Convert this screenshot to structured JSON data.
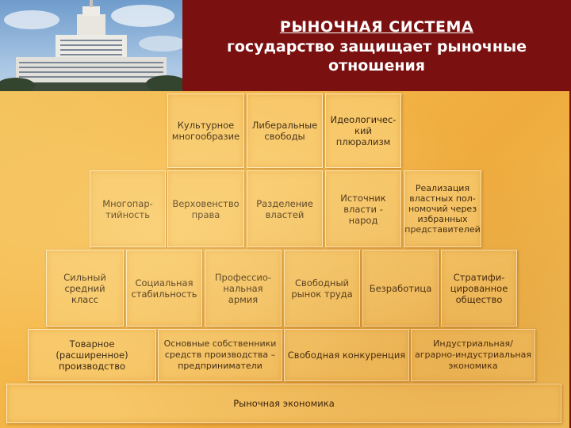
{
  "title": {
    "main": "РЫНОЧНАЯ СИСТЕМА",
    "subtitle": "государство защищает рыночные отношения"
  },
  "colors": {
    "background": "#7a1010",
    "parchment": "#f5b84a",
    "block": "#f7c666",
    "title_text": "#ffffff",
    "block_text": "#2a1808"
  },
  "pyramid": {
    "row1": [
      "Культурное\nмногообразие",
      "Либеральные\nсвободы",
      "Идеологичес-\nкий плюрализм"
    ],
    "row2": [
      "Многопар-\nтийность",
      "Верховенство\nправа",
      "Разделение\nвластей",
      "Источник\nвласти - народ",
      "Реализация\nвластных пол-\nномочий через\nизбранных\nпредставителей"
    ],
    "row3": [
      "Сильный\nсредний\nкласс",
      "Социальная\nстабильность",
      "Профессио-\nнальная\nармия",
      "Свободный\nрынок труда",
      "Безработица",
      "Стратифи-\nцированное\nобщество"
    ],
    "row4": [
      "Товарное\n(расширенное)\nпроизводство",
      "Основные собственники\nсредств производства –\nпредприниматели",
      "Свободная конкуренция",
      "Индустриальная/\nаграрно-индустриальная\nэкономика"
    ],
    "base": "Рыночная экономика"
  }
}
